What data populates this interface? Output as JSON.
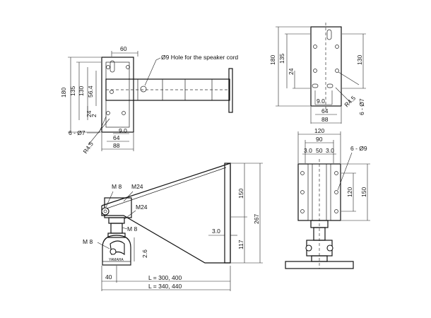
{
  "labels": {
    "top_width": "60",
    "hole_note": "Ø9 Hole for the speaker cord",
    "h180": "180",
    "h135": "135",
    "h130": "130",
    "h56": "56.4",
    "h24": "24",
    "h2": "2",
    "holes_left": "6 - Ø7",
    "w9": "9.0",
    "w64": "64",
    "w88": "88",
    "r45": "R4.5",
    "tr180": "180",
    "tr135": "135",
    "tr24": "24",
    "tr130": "130",
    "tr_w9": "9.0",
    "tr_w64": "64",
    "tr_w88": "88",
    "tr_r45": "R4.5",
    "tr_holes": "6 - Ø7",
    "m8_top": "M 8",
    "m24_top": "M24",
    "m24_mid": "M24",
    "m8_mid": "M 8",
    "m8_left": "M 8",
    "d26": "2.6",
    "d40": "40",
    "l1": "L = 300, 400",
    "l2": "L = 340, 440",
    "d30": "3.0",
    "h150": "150",
    "h267": "267",
    "h117": "117",
    "brand": "YAMAHA",
    "f120": "120",
    "f90": "90",
    "f30a": "3.0",
    "f50": "50",
    "f30b": "3.0",
    "f_holes": "6 - Ø9",
    "f120v": "120",
    "f150v": "150"
  }
}
